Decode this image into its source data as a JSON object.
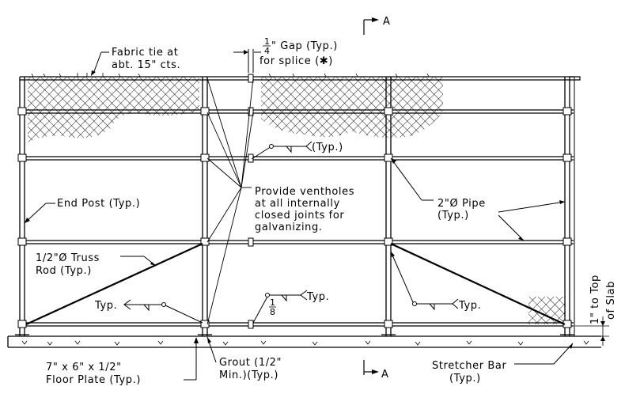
{
  "section_marker": {
    "letter": "A"
  },
  "notes": {
    "fabric_tie": [
      "Fabric tie at",
      "abt. 15\" cts."
    ],
    "gap": {
      "fraction_num": "1",
      "fraction_den": "4",
      "line1": "\" Gap (Typ.)",
      "line2": "for splice (✱)"
    },
    "weld_typ_top": "(Typ.)",
    "ventholes": [
      "Provide ventholes",
      "at all internally",
      "closed joints for",
      "galvanizing."
    ],
    "pipe": [
      "2\"Ø Pipe",
      "(Typ.)"
    ],
    "end_post": "End Post (Typ.)",
    "truss_rod": [
      "1/2\"Ø Truss",
      "Rod (Typ.)"
    ],
    "weld_typ_left": "Typ.",
    "weld_typ_center": {
      "fraction_num": "1",
      "fraction_den": "8",
      "label": "Typ."
    },
    "weld_typ_right": "Typ.",
    "slab": [
      "1\" to Top",
      "of Slab"
    ],
    "floor_plate": [
      "7\" x 6\" x 1/2\"",
      "Floor Plate (Typ.)"
    ],
    "grout": [
      "Grout (1/2\"",
      "Min.)(Typ.)"
    ],
    "stretcher_bar": [
      "Stretcher Bar",
      "(Typ.)"
    ]
  }
}
